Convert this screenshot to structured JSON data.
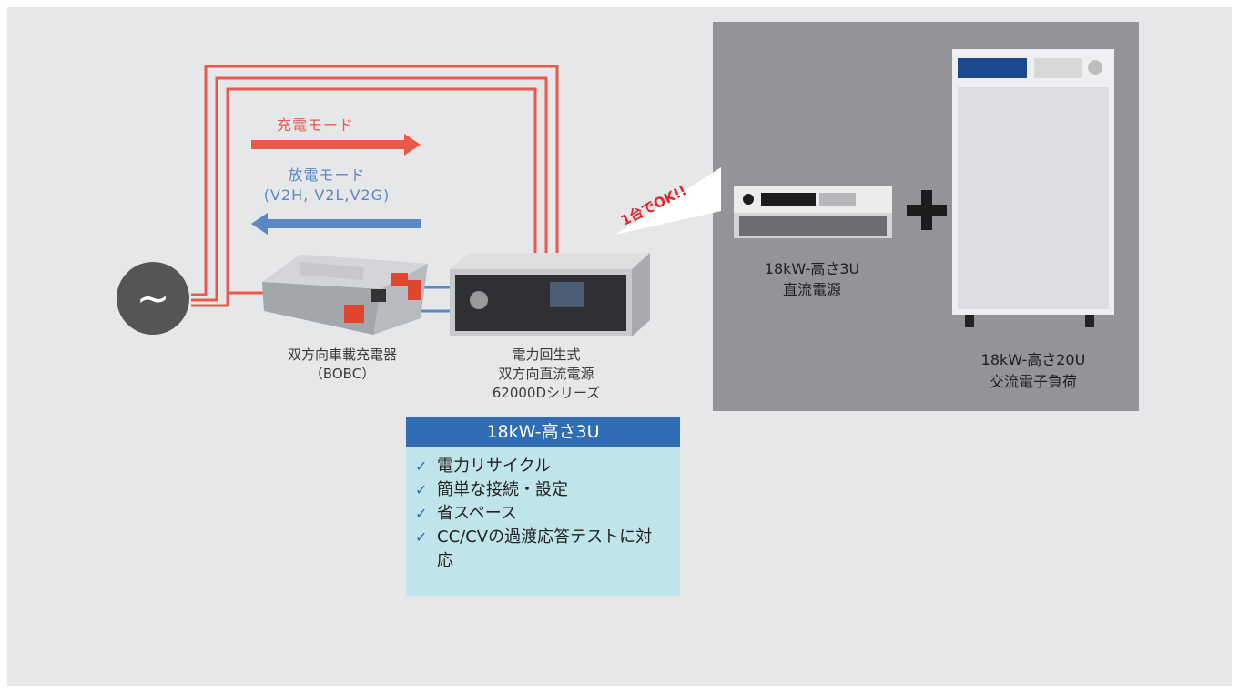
{
  "modes": {
    "charge": "充電モード",
    "discharge_line1": "放電モード",
    "discharge_line2": "(V2H, V2L,V2G)"
  },
  "bobc": {
    "line1": "双方向車載充電器",
    "line2": "（BOBC）"
  },
  "main_source": {
    "line1": "電力回生式",
    "line2": "双方向直流電源",
    "line3": "62000Dシリーズ"
  },
  "callout": "1台でOK!!",
  "dc_source": {
    "line1": "18kW-高さ3U",
    "line2": "直流電源"
  },
  "ac_load": {
    "line1": "18kW-高さ20U",
    "line2": "交流電子負荷"
  },
  "spec": {
    "title": "18kW-高さ3U",
    "items": [
      "電力リサイクル",
      "簡単な接続・設定",
      "省スペース",
      "CC/CVの過渡応答テストに対応"
    ]
  },
  "ac_symbol": "~",
  "colors": {
    "charge": "#e8594a",
    "discharge": "#5b87c5",
    "panel": "#929497",
    "spec_header": "#2f6db5",
    "spec_body": "#bfe5ea",
    "callout": "#e3262a"
  }
}
